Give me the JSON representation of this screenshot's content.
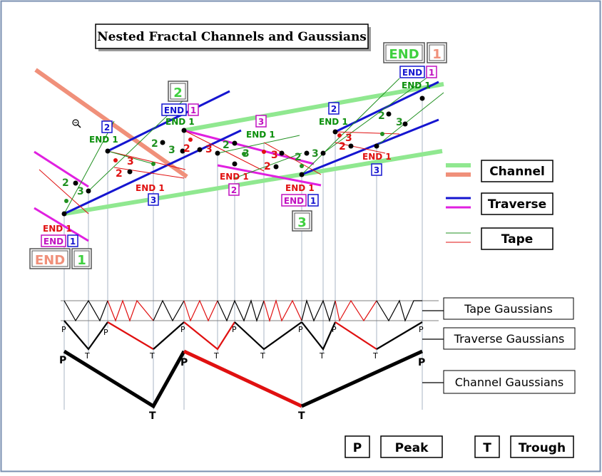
{
  "title": "Nested Fractal Channels and Gaussians",
  "colors": {
    "channel": "#90e890",
    "channel_alt": "#f0907a",
    "traverse": "#1515d0",
    "traverse_alt": "#e020e0",
    "tape_green": "#209020",
    "tape_red": "#e01010",
    "end_green": "#0a8f0a",
    "end_red": "#e01010",
    "box_blue": "#1515d0",
    "box_magenta": "#c010c0"
  },
  "legend": {
    "channel": "Channel",
    "traverse": "Traverse",
    "tape": "Tape",
    "tape_gaussians": "Tape Gaussians",
    "traverse_gaussians": "Traverse Gaussians",
    "channel_gaussians": "Channel Gaussians"
  },
  "key": {
    "peak_symbol": "P",
    "peak_label": "Peak",
    "trough_symbol": "T",
    "trough_label": "Trough"
  },
  "labels": {
    "end": "END",
    "end1": "END 1",
    "one": "1",
    "two": "2",
    "three": "3",
    "P": "P",
    "T": "T"
  }
}
